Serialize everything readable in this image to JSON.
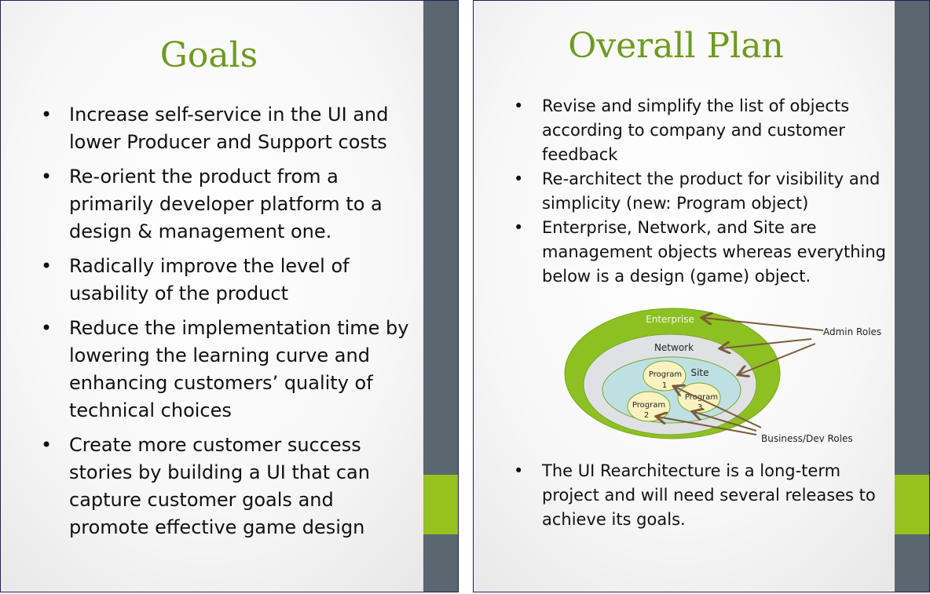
{
  "slides": [
    {
      "title": "Goals",
      "bullets": [
        "Increase self-service in the UI and lower Producer and Support costs",
        "Re-orient the product from a primarily developer platform to a design & management one.",
        "Radically improve the level of usability of the product",
        "Reduce the implementation time by lowering the learning curve and enhancing customers’ quality of technical choices",
        "Create more customer success stories by building a UI that can capture customer goals and promote effective game design"
      ]
    },
    {
      "title": "Overall Plan",
      "bullets": [
        "Revise and simplify the list of objects according to company and customer feedback",
        "Re-architect the product for visibility and simplicity (new: Program object)",
        "Enterprise, Network, and Site are management objects whereas everything below is a design (game) object."
      ],
      "diagram": {
        "enterprise": "Enterprise",
        "network": "Network",
        "site": "Site",
        "program1": [
          "Program",
          "1"
        ],
        "program2": [
          "Program",
          "2"
        ],
        "program3": [
          "Program",
          "3"
        ],
        "admin_roles": "Admin Roles",
        "business_roles": "Business/Dev Roles"
      },
      "final_bullet": "The UI Rearchitecture is a long-term project and will need several releases to achieve its goals."
    }
  ],
  "colors": {
    "title": "#6e9a1f",
    "sidebar": "#5a6670",
    "accent": "#97c11f"
  }
}
